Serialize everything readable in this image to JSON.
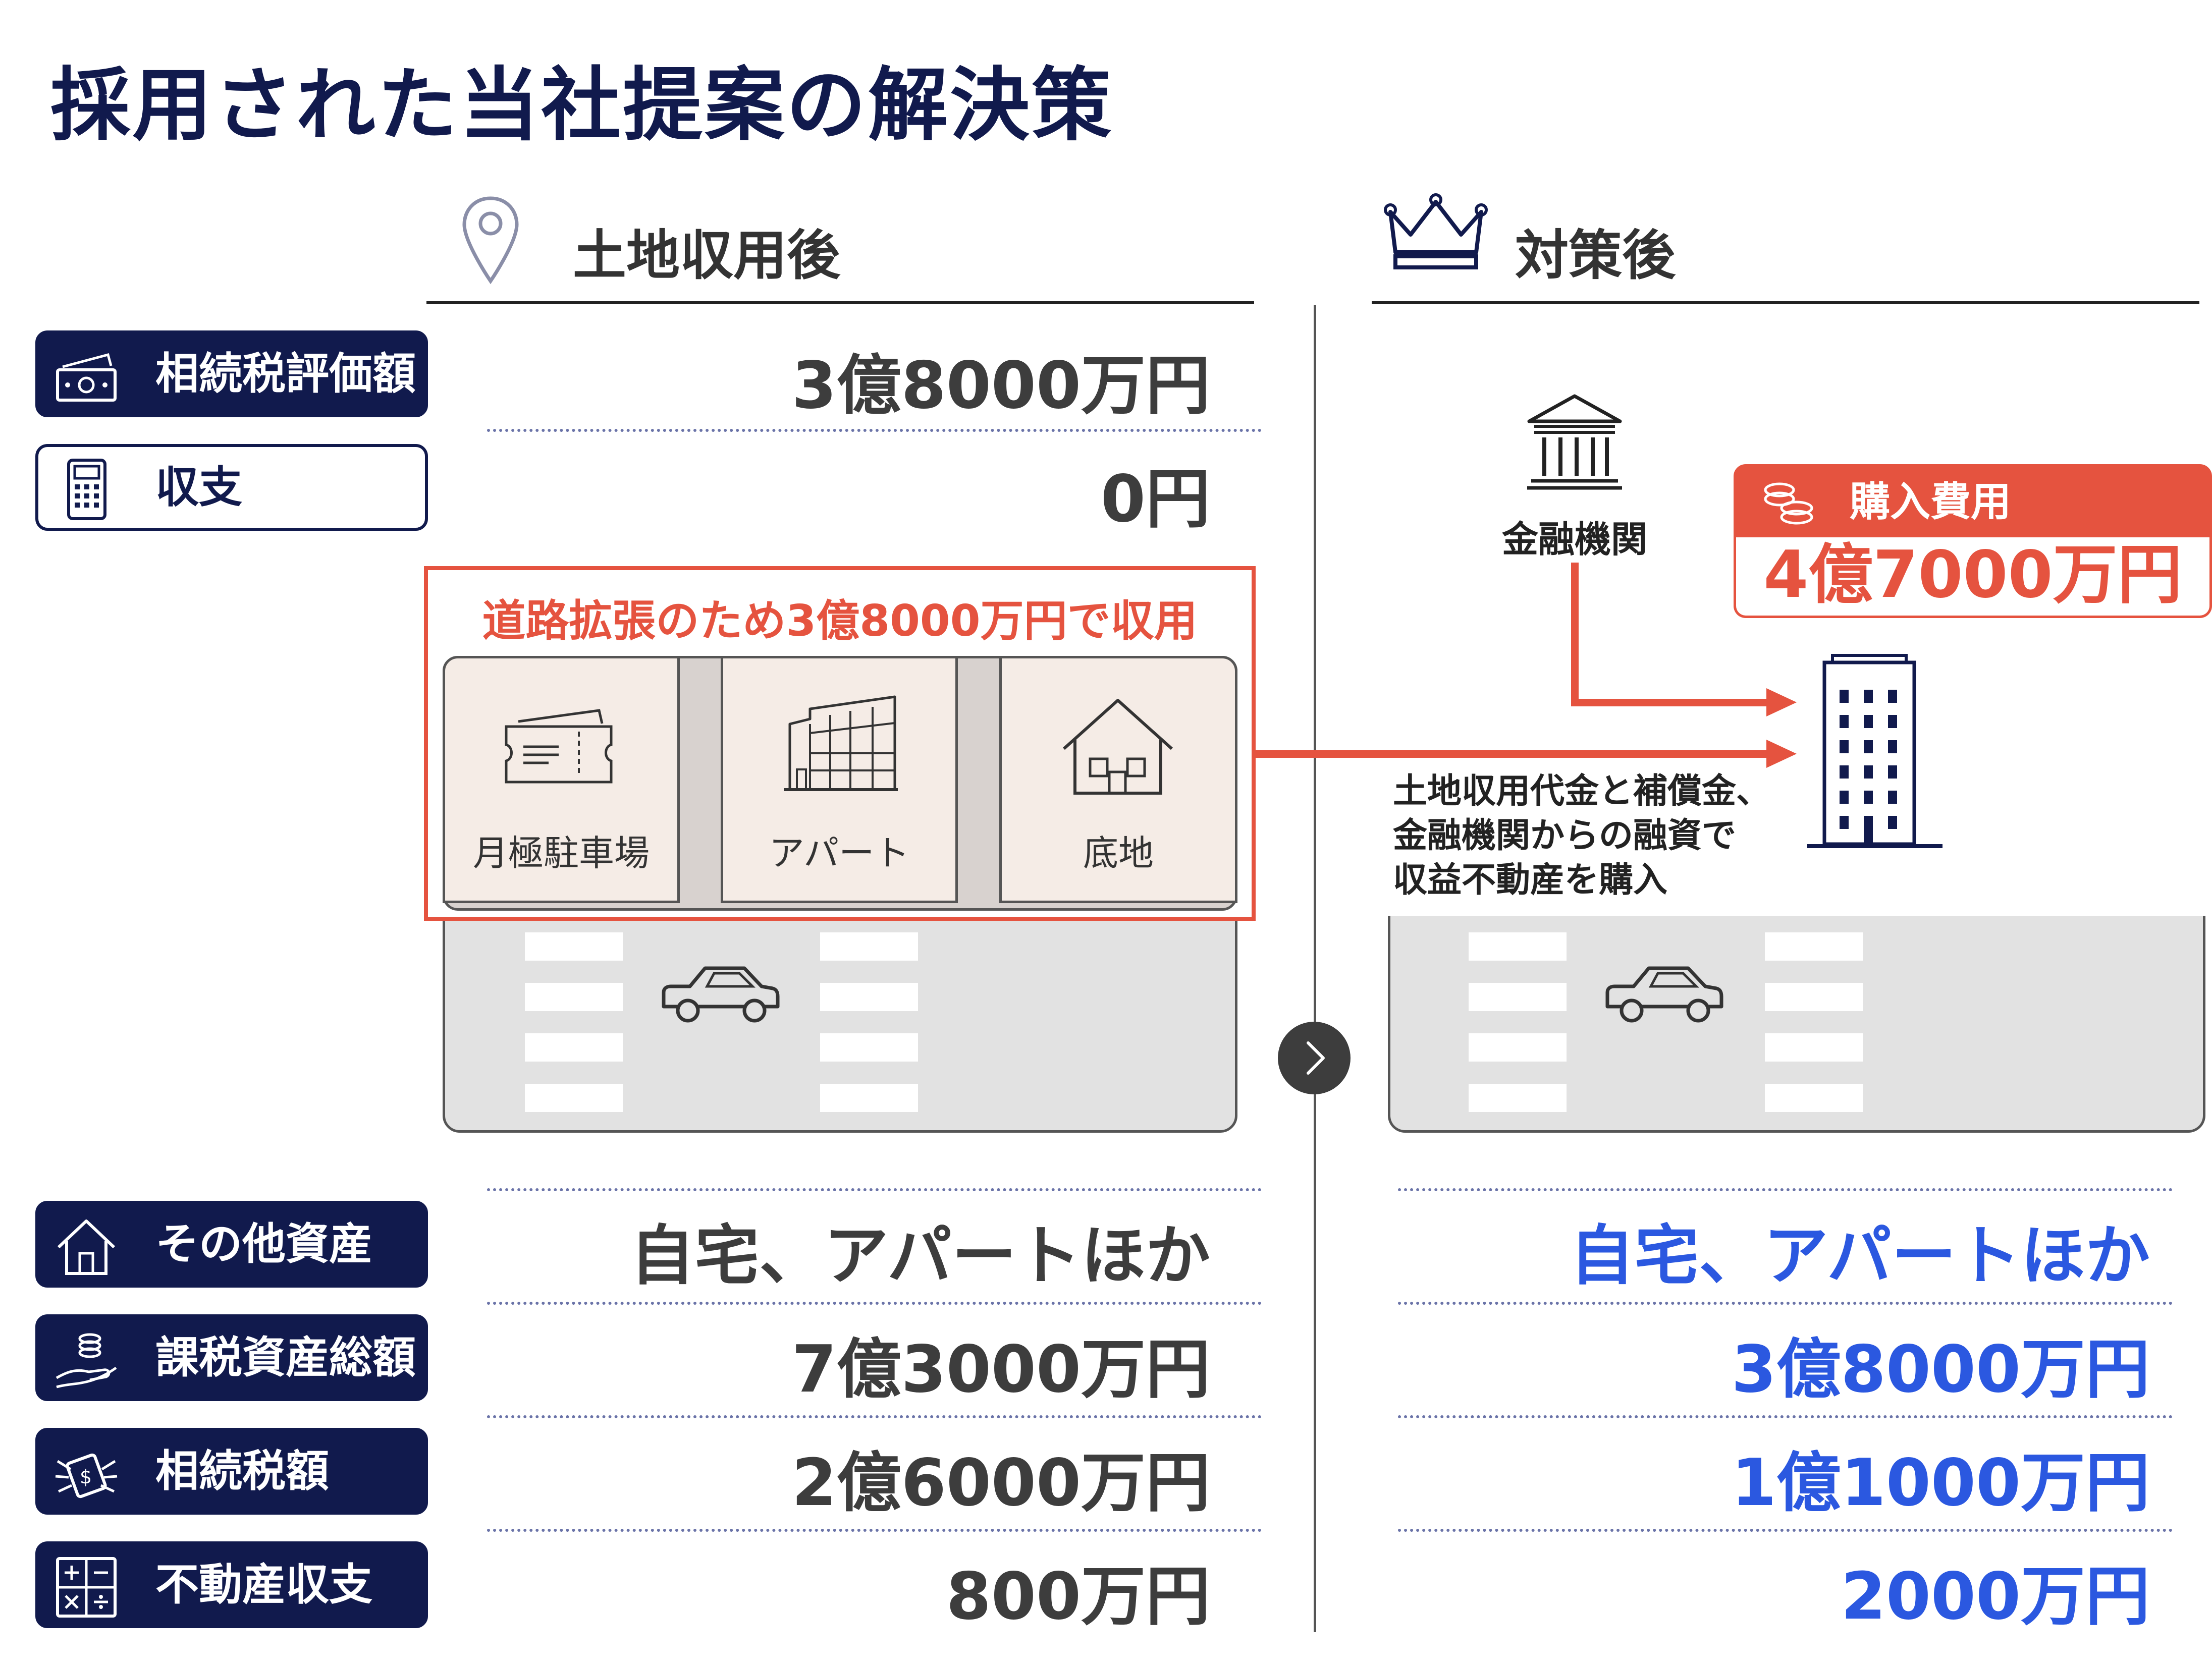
{
  "title": "採用された当社提案の解決策",
  "columns": {
    "before": {
      "heading": "土地収用後",
      "icon": "map-pin-icon"
    },
    "after": {
      "heading": "対策後",
      "icon": "crown-icon"
    }
  },
  "rows": [
    {
      "label": "相続税評価額",
      "icon": "money-bills-icon",
      "before": "3億8000万円"
    },
    {
      "label": "収支",
      "icon": "calculator-icon",
      "before": "0円"
    },
    {
      "label": "その他資産",
      "icon": "house-icon",
      "before": "自宅、アパートほか",
      "after": "自宅、アパートほか"
    },
    {
      "label": "課税資産総額",
      "icon": "hand-coins-icon",
      "before": "7億3000万円",
      "after": "3億8000万円"
    },
    {
      "label": "相続税額",
      "icon": "flying-money-icon",
      "before": "2億6000万円",
      "after": "1億1000万円"
    },
    {
      "label": "不動産収支",
      "icon": "math-symbols-icon",
      "before": "800万円",
      "after": "2000万円"
    }
  ],
  "expropriation": {
    "caption": "道路拡張のため3億8000万円で収用",
    "plots": [
      {
        "label": "月極駐車場",
        "icon": "parking-ticket-icon"
      },
      {
        "label": "アパート",
        "icon": "apartment-icon"
      },
      {
        "label": "底地",
        "icon": "house-icon"
      }
    ]
  },
  "after_scene": {
    "bank_label": "金融機関",
    "note_lines": [
      "土地収用代金と補償金、",
      "金融機関からの融資で",
      "収益不動産を購入"
    ],
    "cost_label": "購入費用",
    "cost_value": "4億7000万円"
  },
  "colors": {
    "navy": "#111a4d",
    "accent_red": "#e5533f",
    "accent_blue": "#2b58e0",
    "road_gray": "#e2e2e2"
  }
}
